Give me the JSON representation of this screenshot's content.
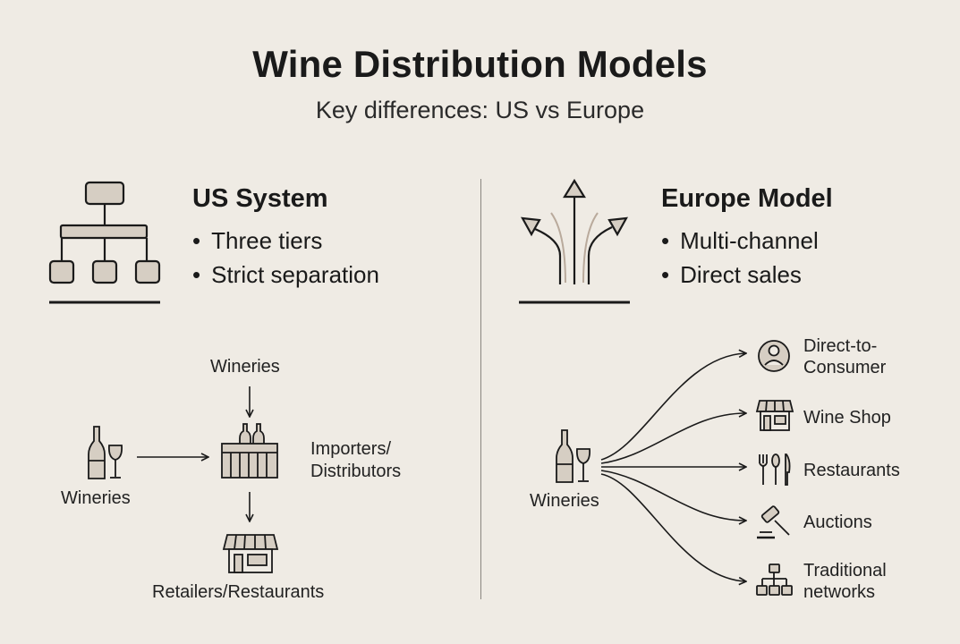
{
  "title": "Wine Distribution Models",
  "subtitle": "Key differences: US vs Europe",
  "us": {
    "heading": "US System",
    "bullets": [
      "Three tiers",
      "Strict separation"
    ],
    "nodes": {
      "top": "Wineries",
      "left": "Wineries",
      "middle_line1": "Importers/",
      "middle_line2": "Distributors",
      "bottom": "Retailers/Restaurants"
    },
    "icons": [
      "org-chart-icon",
      "wine-bottle-glass-icon",
      "warehouse-icon",
      "storefront-icon"
    ]
  },
  "europe": {
    "heading": "Europe Model",
    "bullets": [
      "Multi-channel",
      "Direct sales"
    ],
    "source": "Wineries",
    "channels": [
      {
        "line1": "Direct-to-",
        "line2": "Consumer",
        "icon": "person-icon"
      },
      {
        "line1": "Wine Shop",
        "line2": "",
        "icon": "storefront-icon"
      },
      {
        "line1": "Restaurants",
        "line2": "",
        "icon": "cutlery-icon"
      },
      {
        "line1": "Auctions",
        "line2": "",
        "icon": "gavel-icon"
      },
      {
        "line1": "Traditional",
        "line2": "networks",
        "icon": "network-icon"
      }
    ]
  },
  "colors": {
    "background": "#efebe4",
    "ink": "#1a1a1a",
    "icon_fill": "#d6cec3"
  }
}
